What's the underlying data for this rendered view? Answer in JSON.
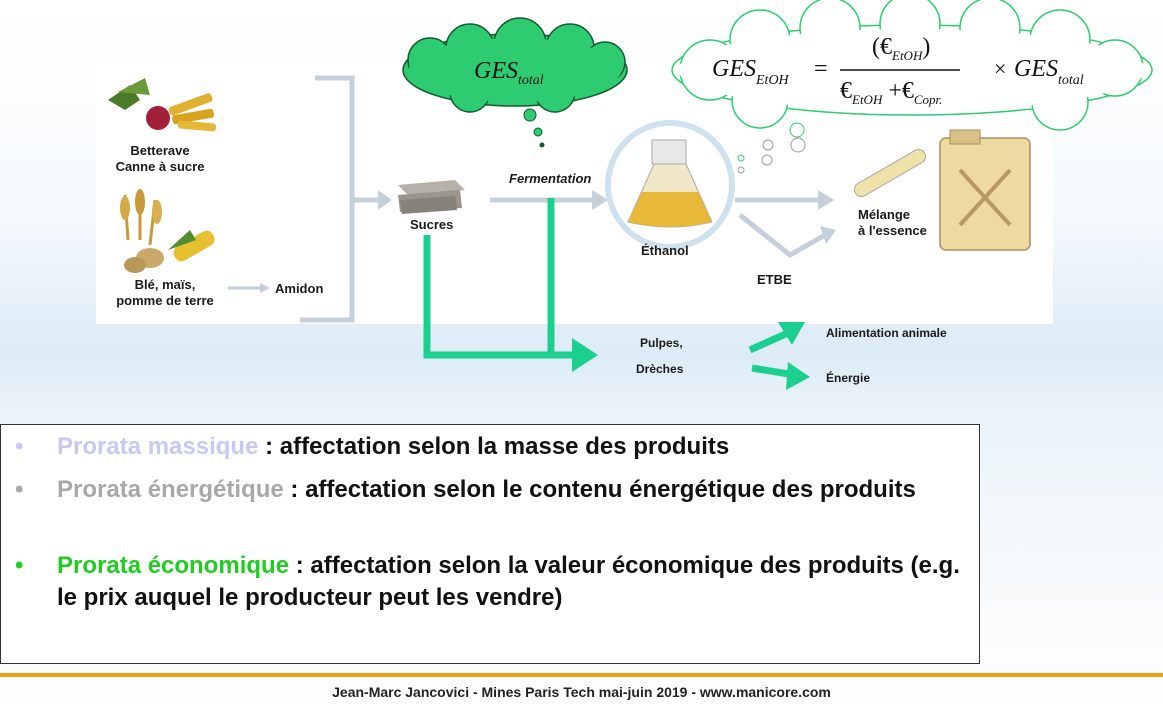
{
  "diagram": {
    "crop1": "Betterave\nCanne à sucre",
    "crop2": "Blé, maïs,\npomme de terre",
    "amidon": "Amidon",
    "sucres": "Sucres",
    "fermentation": "Fermentation",
    "ethanol": "Éthanol",
    "etbe": "ETBE",
    "melange": "Mélange\nà l'essence",
    "pulpes": "Pulpes,",
    "dreches": "Drèches",
    "alimentation": "Alimentation animale",
    "energie": "Énergie",
    "cloud_total": {
      "main": "GES",
      "sub": "total"
    },
    "formula": {
      "lhs_main": "GES",
      "lhs_sub": "EtOH",
      "eq": "=",
      "num_main": "(€",
      "num_sub": "EtOH",
      "num_close": ")",
      "den1_main": "€",
      "den1_sub": "EtOH",
      "plus": "+",
      "den2_main": "€",
      "den2_sub": "Copr.",
      "times": "×",
      "rhs_main": "GES",
      "rhs_sub": "total"
    },
    "colors": {
      "green_arrow": "#1ccf8f",
      "grey_arrow": "#c5cfdc",
      "cloud_green": "#2ecc71"
    }
  },
  "bullets": [
    {
      "term": "Prorata massique",
      "rest": " : affectation selon la masse des produits",
      "term_color": "#c8c8f2",
      "dot_color": "#c8c8f2"
    },
    {
      "term": "Prorata énergétique",
      "rest": " : affectation selon le contenu énergétique des produits",
      "term_color": "#a8a8a8",
      "dot_color": "#a8a8a8"
    },
    {
      "term": "Prorata économique",
      "rest": " : affectation selon la valeur économique des produits (e.g. le prix auquel le producteur peut les vendre)",
      "term_color": "#22cc22",
      "dot_color": "#22cc22"
    }
  ],
  "footer": "Jean-Marc Jancovici - Mines Paris Tech mai-juin 2019 - www.manicore.com"
}
